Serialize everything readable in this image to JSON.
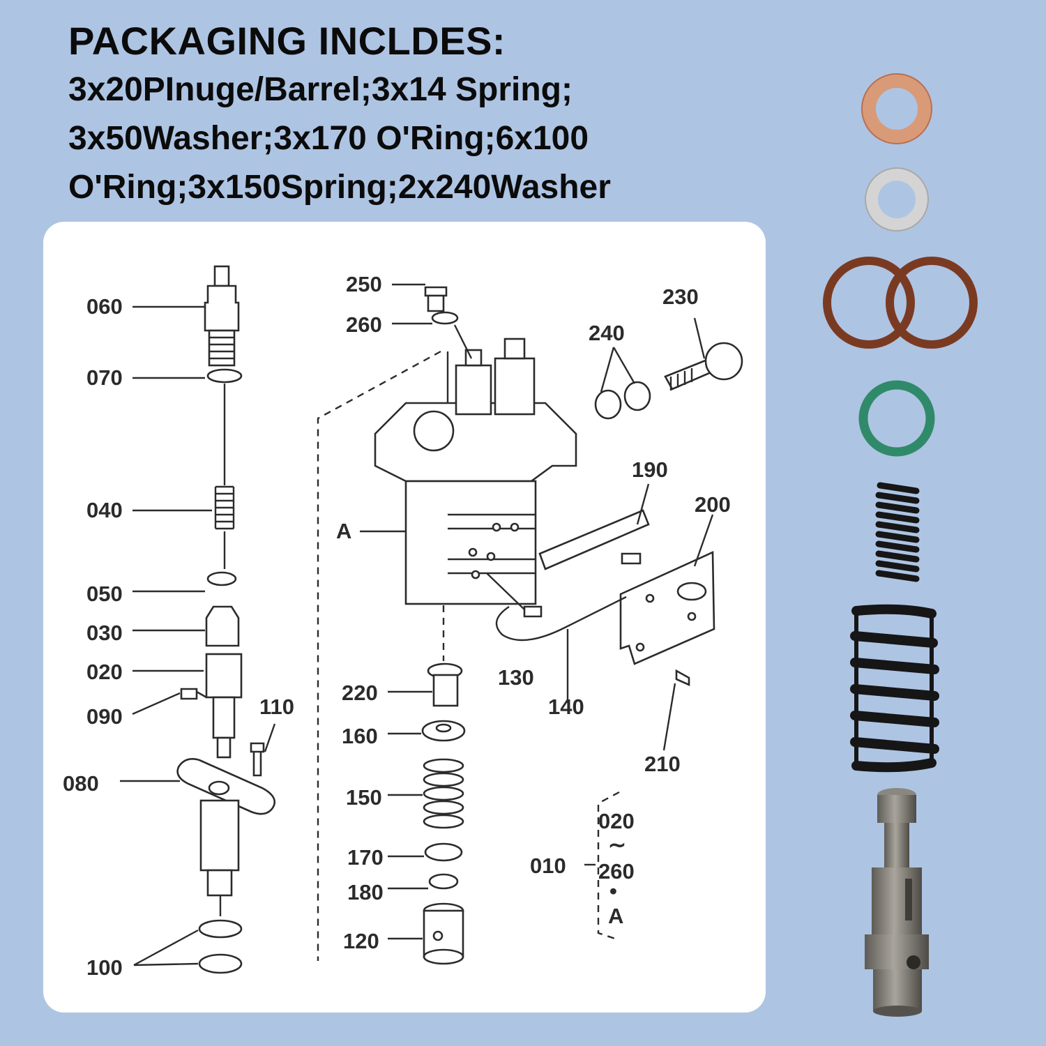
{
  "header": {
    "title": "PACKAGING INCLDES:",
    "lines": [
      "3x20PInuge/Barrel;3x14 Spring;",
      "3x50Washer;3x170 O'Ring;6x100",
      "O'Ring;3x150Spring;2x240Washer"
    ]
  },
  "diagram": {
    "labels": {
      "l060": "060",
      "l070": "070",
      "l040": "040",
      "l050": "050",
      "l030": "030",
      "l020": "020",
      "l090": "090",
      "l110": "110",
      "l080": "080",
      "l100": "100",
      "l250": "250",
      "l260": "260",
      "l240": "240",
      "l230": "230",
      "lA": "A",
      "l190": "190",
      "l200": "200",
      "l130": "130",
      "l140": "140",
      "l210": "210",
      "l220": "220",
      "l160": "160",
      "l150": "150",
      "l170": "170",
      "l180": "180",
      "l120": "120",
      "l010": "010",
      "range_start": "020",
      "range_tilde": "∼",
      "range_end": "260",
      "range_dot": "•",
      "range_A": "A"
    }
  },
  "parts_photo": {
    "colors": {
      "copper_washer": "#d99a78",
      "aluminum_washer": "#d4d4d4",
      "brown_oring": "#7a3a22",
      "green_oring": "#2f8a6a",
      "spring": "#161616",
      "plunger": "#7d7a74"
    }
  }
}
